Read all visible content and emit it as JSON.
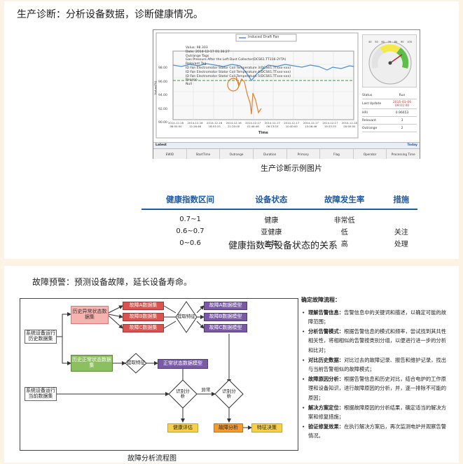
{
  "section1": {
    "heading": "生产诊断：分析设备数据，诊断健康情况。",
    "screenshot": {
      "legend": "Induced Draft Fan",
      "tooltip": [
        "Value: 98.303",
        "Date: 2014-12-17 01:36:27",
        "Outrange Tags",
        "Gas Pressure After the Left Dust Collector(DCS61.TT316-2YTA)",
        "Relevant Tag",
        "ID Fan Electromotor Stator Coil Temperature 3(DCS61.TTxxx-xxx)",
        "ID Fan Electromotor Stator Coil Temperature 4(DCS61.TTxxx-xxx)",
        "ID Fan Electromotor Stator Coil Temperature 5(DCS61.TTxxx-xxx)",
        "Reason",
        "Null"
      ],
      "y_ticks": [
        "98.00",
        "96.00",
        "94.00",
        "92.00",
        "90.00"
      ],
      "y_label": "Value(%)",
      "x_ticks": [
        "2014-12-16 08:00:00",
        "2014-12-16 12:26:46",
        "2014-12-16 16:53:33",
        "2014-12-16 21:20:00",
        "2014-12-17 01:46:46",
        "2014-12-17 06:13:33",
        "2014-12-17 10:40:00",
        "2014-12-17 15:06:46",
        "2014-12-17 19:33:33",
        "2014-12-18 00:00:00"
      ],
      "x_label": "Time",
      "gauge_ticks": [
        "40",
        "50",
        "60",
        "70",
        "80",
        "90",
        "100"
      ],
      "status_table": [
        [
          "Status",
          "Run"
        ],
        [
          "Last Update",
          "2015-01-06 09:01:40"
        ],
        [
          "HRI",
          "0.96653"
        ],
        [
          "Relevant",
          "3"
        ],
        [
          "Outrange",
          "2"
        ]
      ],
      "latest_label": "Latest",
      "today_label": "Today",
      "columns": [
        "EWID",
        "StartTime",
        "Outrange",
        "Duration",
        "Primary",
        "Flag",
        "Operator",
        "Processing Time"
      ]
    },
    "screenshot_caption": "生产诊断示例图片",
    "table": {
      "headers": [
        "健康指数区间",
        "设备状态",
        "故障发生率",
        "措施"
      ],
      "rows": [
        [
          "0.7~1",
          "健康",
          "非常低",
          ""
        ],
        [
          "0.6~0.7",
          "亚健康",
          "低",
          "关注"
        ],
        [
          "0~0.6",
          "故障",
          "高",
          "处理"
        ]
      ]
    },
    "table_caption": "健康指数与设备状态的关系"
  },
  "section2": {
    "heading": "故障预警：预测设备故障，延长设备寿命。",
    "flow": {
      "history_fault": "历史异常状态数据集",
      "datasets": [
        "故障A数据集",
        "故障B数据集",
        "故障C数据集"
      ],
      "extract1": "提取特征",
      "models": [
        "故障A数据模型",
        "故障B数据模型",
        "故障C数据模型"
      ],
      "history_run": "系统设备运行历史数据集",
      "history_normal": "历史正常状态数据集",
      "extract2": "提取特征",
      "normal_model": "正常状态数据模型",
      "current_run": "系统设备运行当前数据集",
      "identify1": "识别分析",
      "abnormal": "异常",
      "identify2": "识别分析",
      "health_eval": "健康评估",
      "fault_analysis": "故障分析",
      "feature_decision": "特征决策"
    },
    "flow_caption": "故障分析流程图",
    "notes": {
      "title": "确定故障流程：",
      "items": [
        {
          "head": "理解告警信息：",
          "body": "告警信息中的关键词和描述，以确定可能的故障范围；"
        },
        {
          "head": "分析告警模式：",
          "body": "根据告警信息的模式和频率，尝试找到其共性相关性，将相相似的告警按类别分组，以便进行进一步的分析和比对；"
        },
        {
          "head": "对比历史数据：",
          "body": "对比过去的故障记录、报告和维护记录，找出与当前告警相似的故障模式；"
        },
        {
          "head": "故障原因分析：",
          "body": "根据告警信息和历史对比，结合电炉的工作原理和设备知识，进行故障原因的分析，并，逐一排除不可能的原因；"
        },
        {
          "head": "解决方案定位：",
          "body": "根据故障原因的分析结果，确定适当的解决方案和修复措施；"
        },
        {
          "head": "验证修复效果：",
          "body": "在执行解决方案后，再次监测电炉并观察告警情况。"
        }
      ]
    }
  }
}
